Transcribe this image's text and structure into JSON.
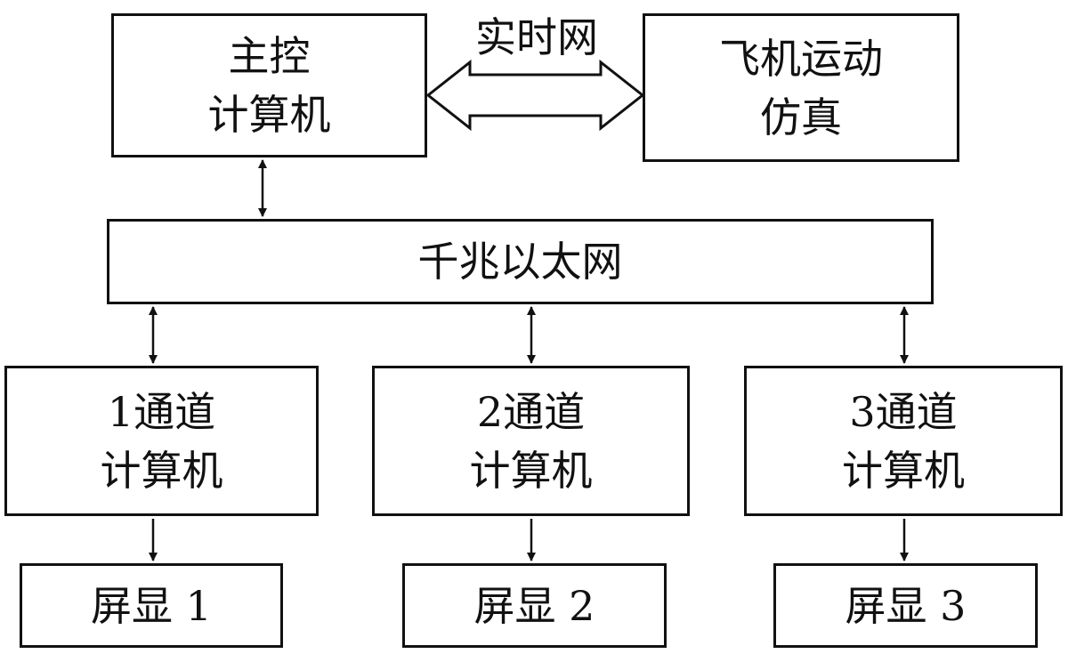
{
  "main_control": {
    "line1": "主控",
    "line2": "计算机"
  },
  "flight_sim": {
    "line1": "飞机运动",
    "line2": "仿真"
  },
  "realtime_net": {
    "label": "实时网"
  },
  "ethernet": {
    "label": "千兆以太网"
  },
  "channels": [
    {
      "line1": "1通道",
      "line2": "计算机"
    },
    {
      "line1": "2通道",
      "line2": "计算机"
    },
    {
      "line1": "3通道",
      "line2": "计算机"
    }
  ],
  "screens": [
    {
      "label": "屏显 1"
    },
    {
      "label": "屏显 2"
    },
    {
      "label": "屏显 3"
    }
  ],
  "colors": {
    "stroke": "#111111",
    "background": "#ffffff"
  }
}
